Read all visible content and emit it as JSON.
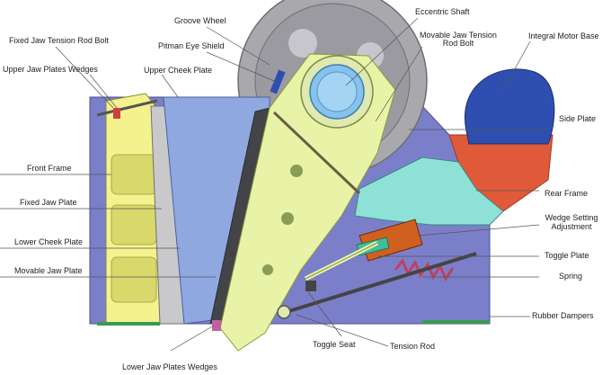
{
  "labels": {
    "fixed_jaw_tension_rod_bolt": "Fixed Jaw Tension Rod Bolt",
    "upper_jaw_plates_wedges": "Upper Jaw Plates Wedges",
    "front_frame": "Front Frame",
    "fixed_jaw_plate": "Fixed Jaw Plate",
    "lower_cheek_plate": "Lower Cheek Plate",
    "movable_jaw_plate": "Movable Jaw Plate",
    "lower_jaw_plates_wedges": "Lower Jaw Plates Wedges",
    "groove_wheel": "Groove Wheel",
    "pitman_eye_shield": "Pitman Eye Shield",
    "upper_cheek_plate": "Upper Cheek Plate",
    "eccentric_shaft": "Eccentric Shaft",
    "movable_jaw_tension_rod_bolt_line1": "Movable Jaw Tension",
    "movable_jaw_tension_rod_bolt_line2": "Rod Bolt",
    "integral_motor_base": "Integral Motor Base",
    "side_plate": "Side Plate",
    "rear_frame": "Rear Frame",
    "wedge_setting_adjustment_line1": "Wedge Setting",
    "wedge_setting_adjustment_line2": "Adjustment",
    "toggle_plate": "Toggle Plate",
    "spring": "Spring",
    "rubber_dampers": "Rubber Dampers",
    "toggle_seat": "Toggle Seat",
    "tension_rod": "Tension Rod"
  },
  "colors": {
    "side_plate": "#7b7fc9",
    "front_frame": "#f3f28e",
    "fixed_jaw": "#c9c9cb",
    "cheek_plate": "#8fa9e0",
    "pitman": "#e8f3a8",
    "eccentric_bearing": "#86c2ec",
    "groove_wheel": "#a9a9ad",
    "motor": "#2f4fb0",
    "motor_base": "#e05a3a",
    "rear_frame": "#8ee1d6",
    "wedge": "#d06020",
    "spring": "#c04060",
    "damper": "#3a9a50",
    "leader_line": "#555555"
  }
}
